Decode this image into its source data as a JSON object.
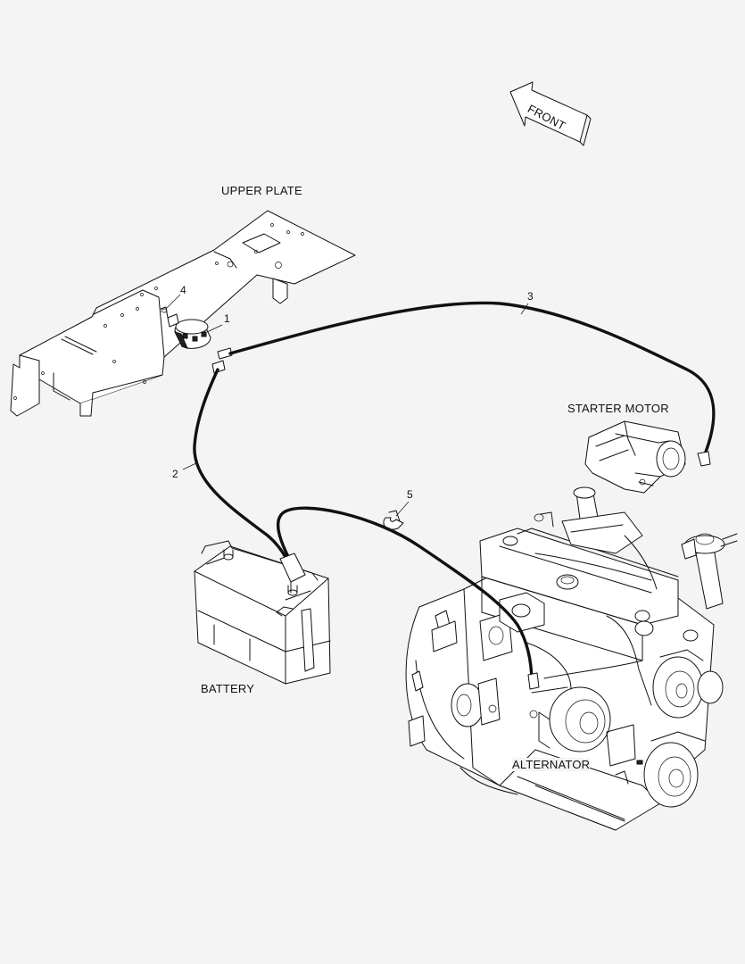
{
  "labels": {
    "front": "FRONT",
    "upper_plate": "UPPER PLATE",
    "starter_motor": "STARTER MOTOR",
    "battery": "BATTERY",
    "alternator": "ALTERNATOR"
  },
  "callouts": {
    "c1": "1",
    "c2": "2",
    "c3": "3",
    "c4": "4",
    "c5": "5"
  }
}
